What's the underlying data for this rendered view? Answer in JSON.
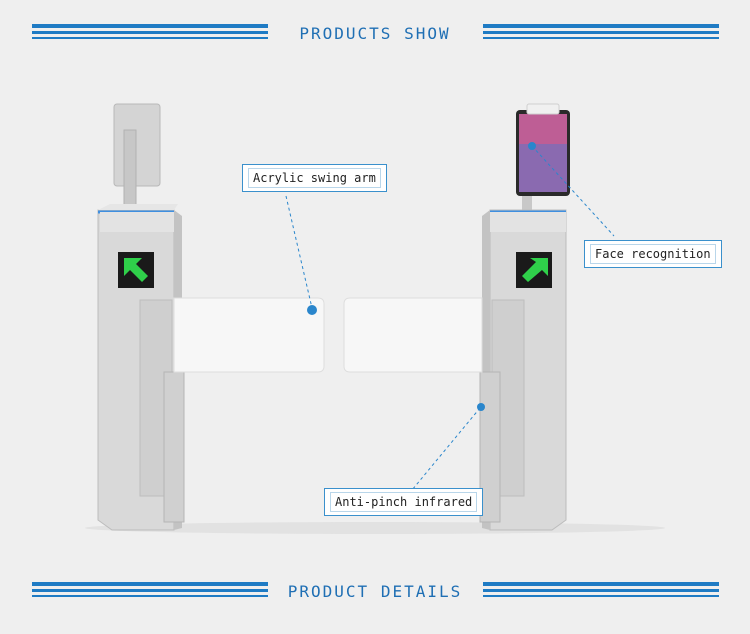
{
  "header": {
    "title": "PRODUCTS SHOW"
  },
  "footer": {
    "title": "PRODUCT DETAILS"
  },
  "callouts": {
    "swing_arm": "Acrylic swing arm",
    "face_recognition": "Face recognition",
    "anti_pinch": "Anti-pinch infrared"
  },
  "colors": {
    "accent": "#1f7bc4",
    "dot": "#2a86cc",
    "arrow": "#2fd04a"
  }
}
